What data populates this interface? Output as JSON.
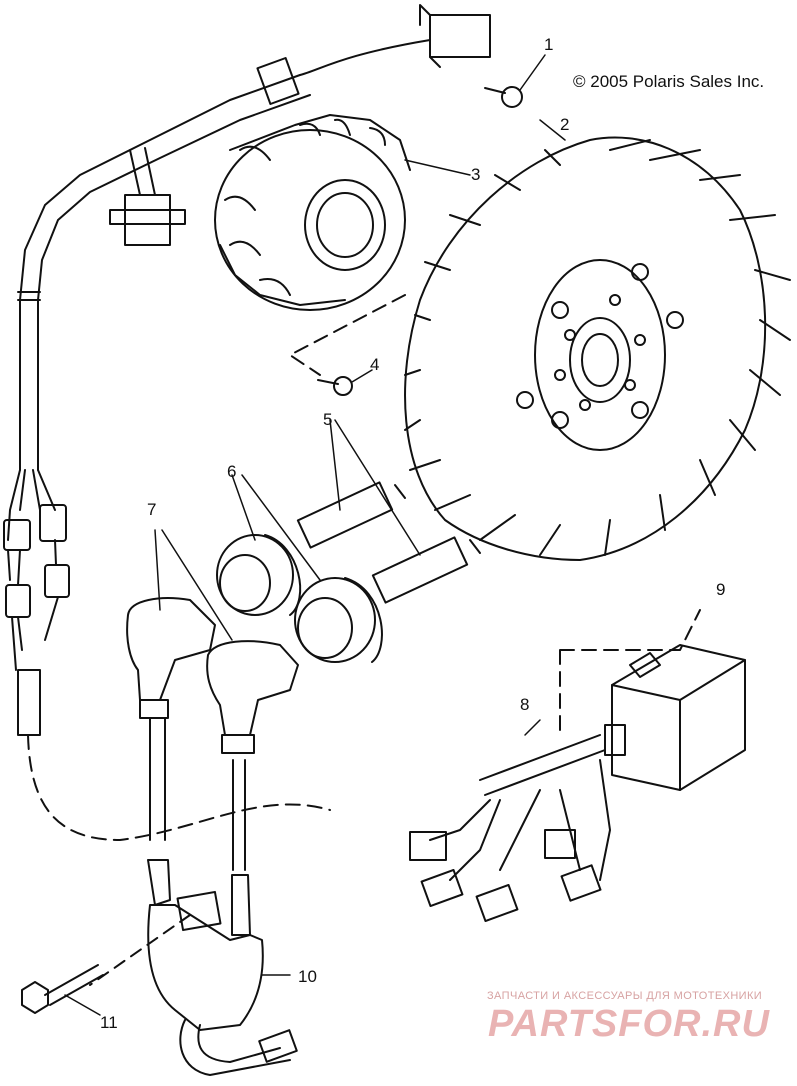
{
  "copyright": "© 2005 Polaris Sales Inc.",
  "callouts": [
    "1",
    "2",
    "3",
    "4",
    "5",
    "6",
    "7",
    "8",
    "9",
    "10",
    "11"
  ],
  "parts": {
    "p1": "screw",
    "p2": "flywheel",
    "p3": "stator",
    "p4": "screw",
    "p5": "spark-plug",
    "p6": "spark-plug-boot-seal",
    "p7": "spark-plug-cap",
    "p8": "wiring-harness",
    "p9": "voltage-regulator",
    "p10": "ignition-coil",
    "p11": "bolt"
  },
  "watermark": {
    "subtitle": "ЗАПЧАСТИ И АКСЕССУАРЫ ДЛЯ МОТОТЕХНИКИ",
    "logo": "PARTSFOR.RU"
  }
}
